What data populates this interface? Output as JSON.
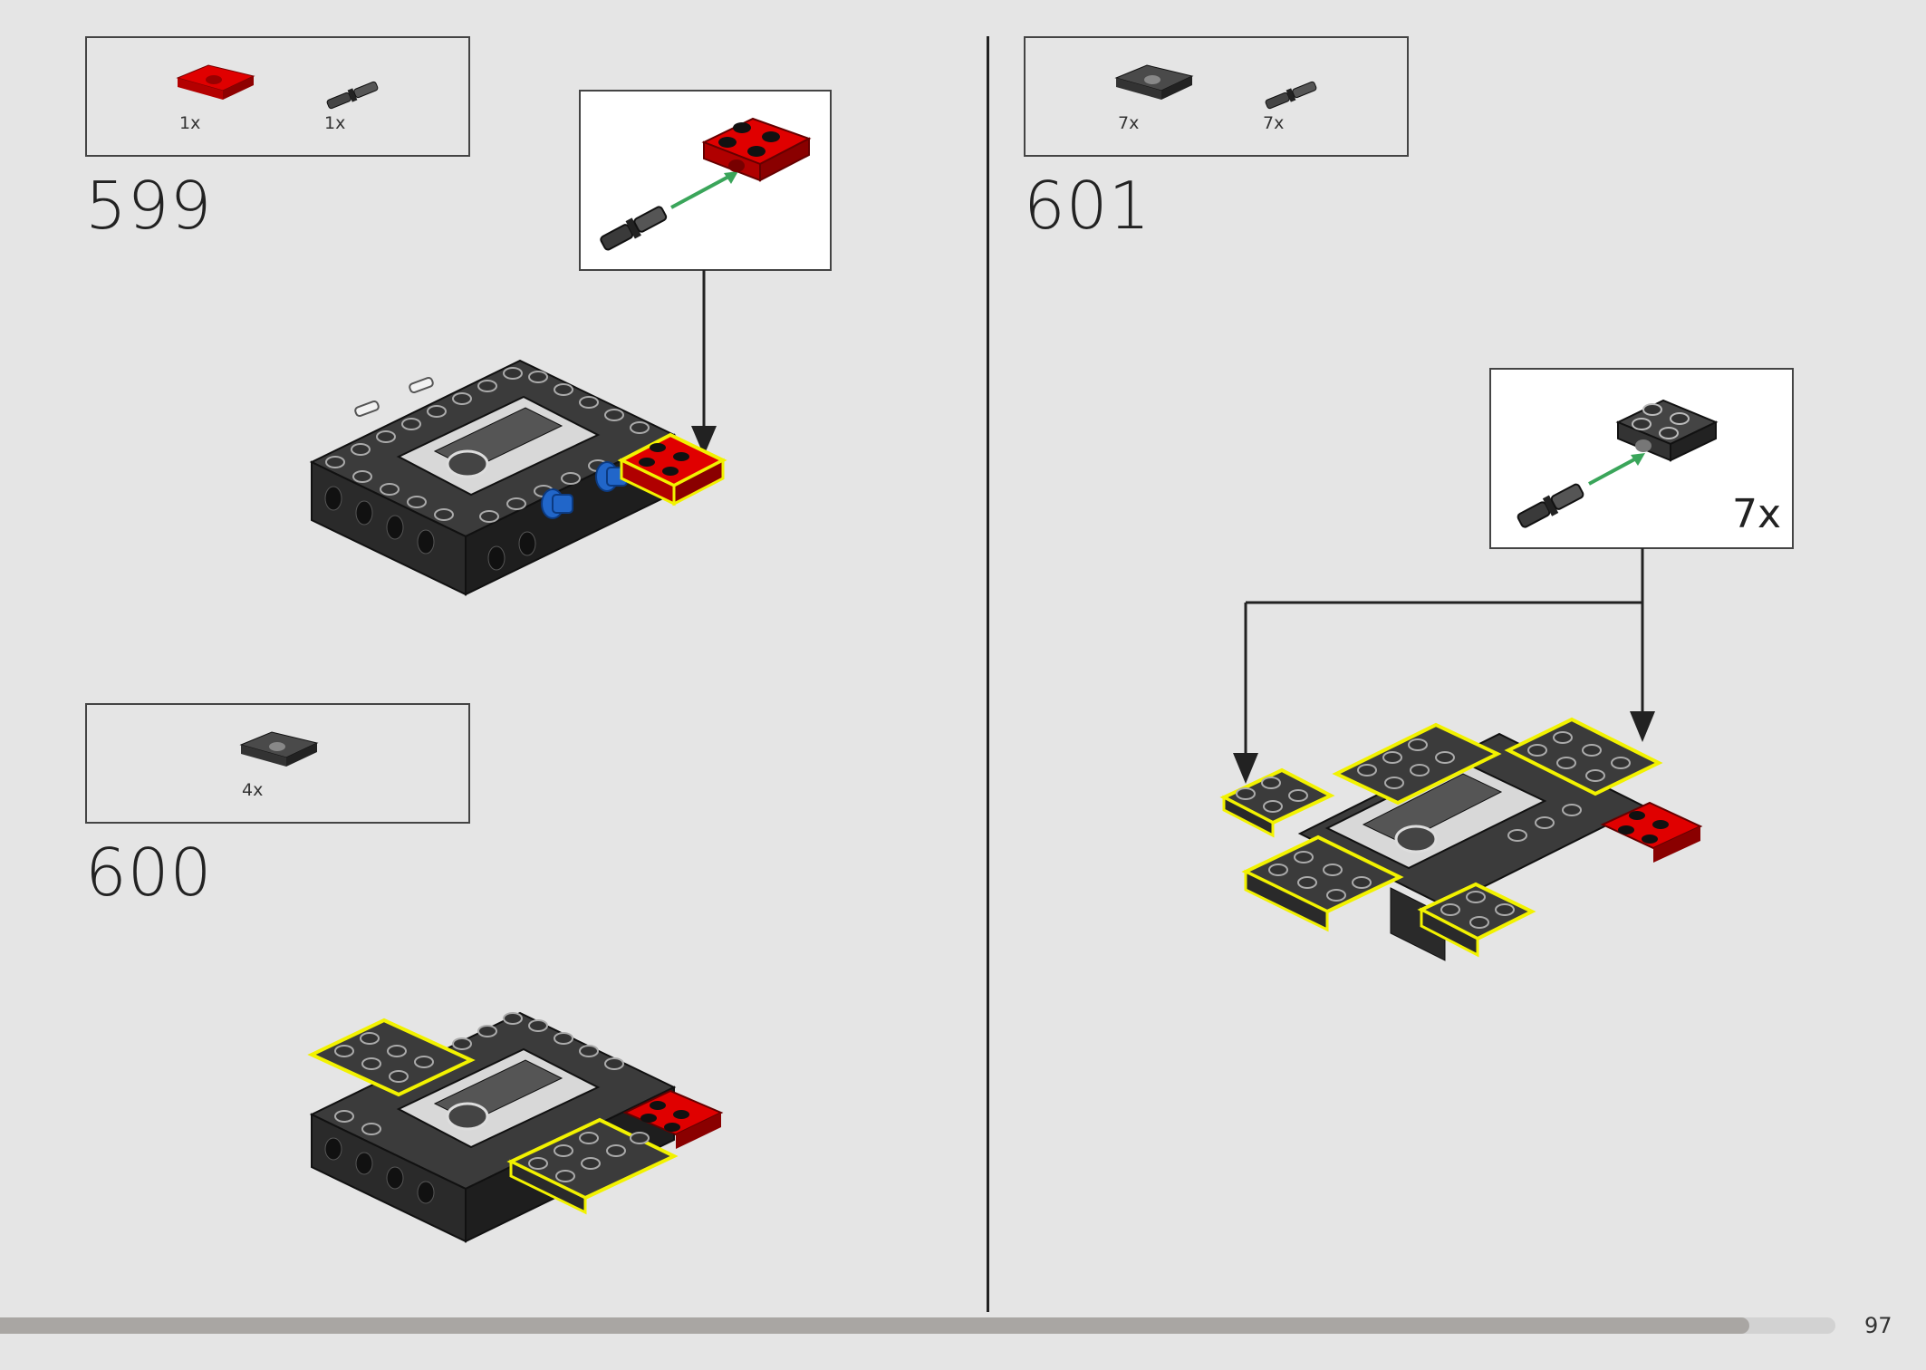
{
  "steps": [
    {
      "number": "599",
      "parts": [
        {
          "icon": "red-plate-with-pin-hole-icon",
          "qty": "1x"
        },
        {
          "icon": "black-technic-pin-icon",
          "qty": "1x"
        }
      ]
    },
    {
      "number": "600",
      "parts": [
        {
          "icon": "black-plate-with-pin-hole-icon",
          "qty": "4x"
        }
      ]
    },
    {
      "number": "601",
      "parts": [
        {
          "icon": "black-plate-with-pin-hole-icon",
          "qty": "7x"
        },
        {
          "icon": "black-technic-pin-icon",
          "qty": "7x"
        }
      ],
      "callout_qty": "7x"
    }
  ],
  "colors": {
    "background": "#e5e5e5",
    "brick_dark": "#333333",
    "brick_red": "#d10000",
    "highlight": "#f2f200",
    "arrow_green": "#3aa55a",
    "pin_blue": "#2166c9"
  },
  "progress": 0.953,
  "page_number": "97"
}
